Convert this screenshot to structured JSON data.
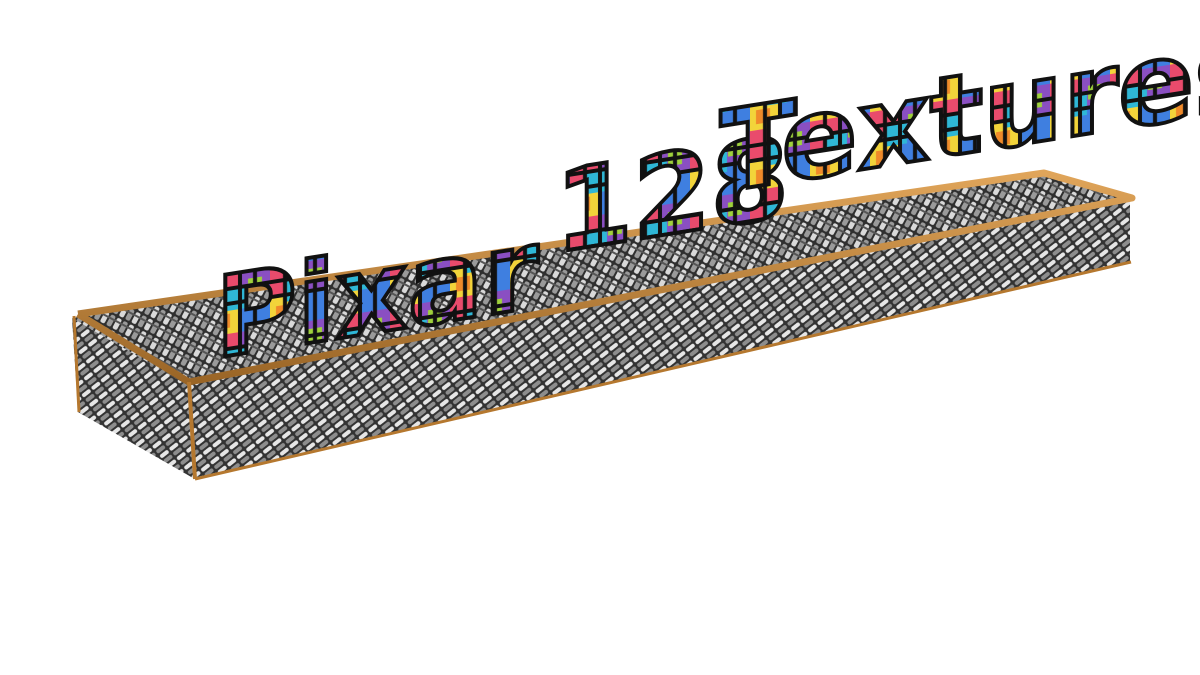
{
  "scene": {
    "title_words": [
      "Pixar",
      "128",
      "Textures"
    ],
    "text_colors": [
      "#e94b6c",
      "#8a4fc2",
      "#f2d43a",
      "#3f7fe0",
      "#2fb7d6",
      "#9fd23c",
      "#f08a2a",
      "#2a2fa8"
    ],
    "text_edge_color": "#111111",
    "platform": {
      "weave_light": "#d8d8d8",
      "weave_dark": "#3a3a3a",
      "rim_color": "#c98a3c",
      "rim_dark": "#8a5a22"
    },
    "background": "#ffffff"
  }
}
